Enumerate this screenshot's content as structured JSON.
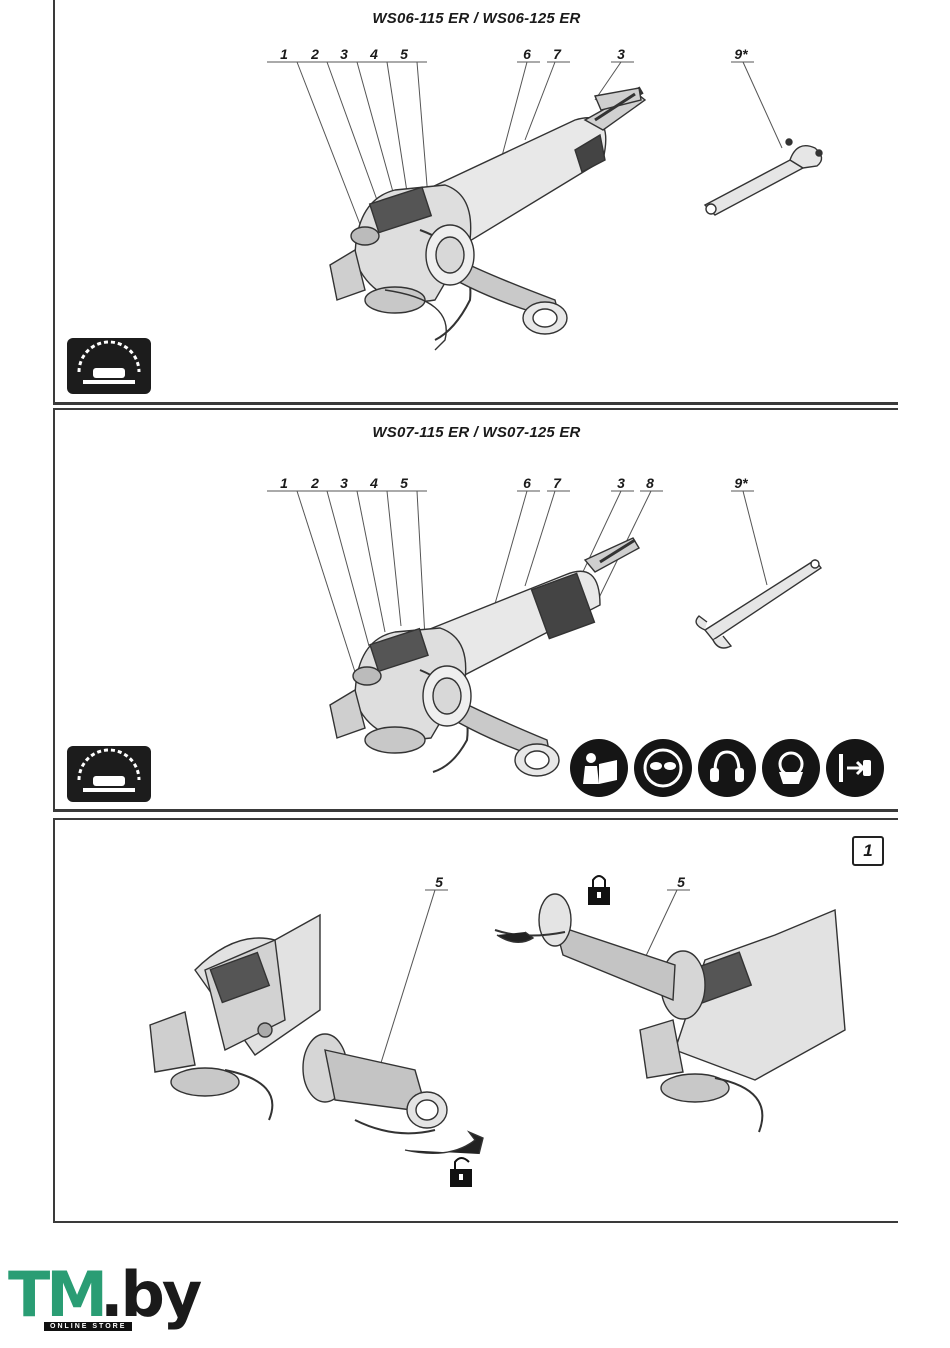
{
  "panel1": {
    "title": "WS06-115 ER / WS06-125 ER",
    "callouts": [
      "1",
      "2",
      "3",
      "4",
      "5",
      "6",
      "7",
      "3",
      "9*"
    ]
  },
  "panel2": {
    "title": "WS07-115 ER / WS07-125 ER",
    "callouts": [
      "1",
      "2",
      "3",
      "4",
      "5",
      "6",
      "7",
      "3",
      "8",
      "9*"
    ],
    "safety_icons": [
      "read-manual-icon",
      "safety-goggles-icon",
      "ear-protection-icon",
      "dust-mask-icon",
      "unplug-icon"
    ]
  },
  "panel3": {
    "figure_number": "1",
    "callouts": [
      "5",
      "5"
    ],
    "icons": [
      "lock-closed-icon",
      "lock-open-icon"
    ]
  },
  "logo": {
    "brand_tm": "TM",
    "brand_by": ".by",
    "tagline": "ONLINE STORE",
    "tm_color": "#2a9d74"
  }
}
